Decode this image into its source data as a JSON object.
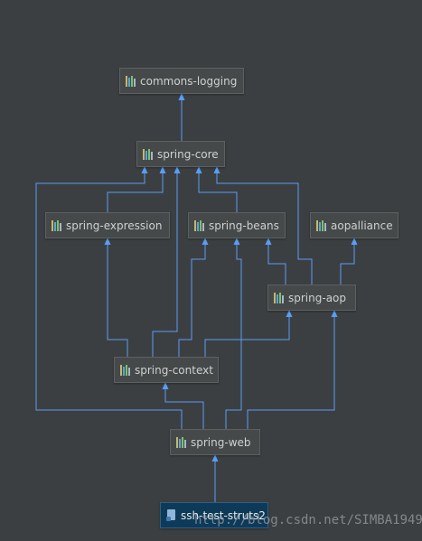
{
  "colors": {
    "background": "#3c3f41",
    "edge": "#589df6",
    "node_fill": "#45494a",
    "node_border": "#5e6163",
    "node_text": "#d0d0d0",
    "selected_fill": "#0d3a58"
  },
  "nodes": [
    {
      "id": "commons-logging",
      "label": "commons-logging",
      "icon": "library-icon",
      "selected": false
    },
    {
      "id": "spring-core",
      "label": "spring-core",
      "icon": "library-icon",
      "selected": false
    },
    {
      "id": "spring-expression",
      "label": "spring-expression",
      "icon": "library-icon",
      "selected": false
    },
    {
      "id": "spring-beans",
      "label": "spring-beans",
      "icon": "library-icon",
      "selected": false
    },
    {
      "id": "aopalliance",
      "label": "aopalliance",
      "icon": "library-icon",
      "selected": false
    },
    {
      "id": "spring-aop",
      "label": "spring-aop",
      "icon": "library-icon",
      "selected": false
    },
    {
      "id": "spring-context",
      "label": "spring-context",
      "icon": "library-icon",
      "selected": false
    },
    {
      "id": "spring-web",
      "label": "spring-web",
      "icon": "library-icon",
      "selected": false
    },
    {
      "id": "ssh-test-struts2",
      "label": "ssh-test-struts2",
      "icon": "module-icon",
      "selected": true
    }
  ],
  "edges": [
    {
      "from": "spring-core",
      "to": "commons-logging"
    },
    {
      "from": "spring-expression",
      "to": "spring-core"
    },
    {
      "from": "spring-beans",
      "to": "spring-core"
    },
    {
      "from": "spring-aop",
      "to": "spring-core"
    },
    {
      "from": "spring-aop",
      "to": "spring-beans"
    },
    {
      "from": "spring-aop",
      "to": "aopalliance"
    },
    {
      "from": "spring-context",
      "to": "spring-expression"
    },
    {
      "from": "spring-context",
      "to": "spring-core"
    },
    {
      "from": "spring-context",
      "to": "spring-beans"
    },
    {
      "from": "spring-context",
      "to": "spring-aop"
    },
    {
      "from": "spring-web",
      "to": "spring-core"
    },
    {
      "from": "spring-web",
      "to": "spring-context"
    },
    {
      "from": "spring-web",
      "to": "spring-beans"
    },
    {
      "from": "spring-web",
      "to": "spring-aop"
    },
    {
      "from": "ssh-test-struts2",
      "to": "spring-web"
    }
  ],
  "watermark": "http://blog.csdn.net/SIMBA1949"
}
